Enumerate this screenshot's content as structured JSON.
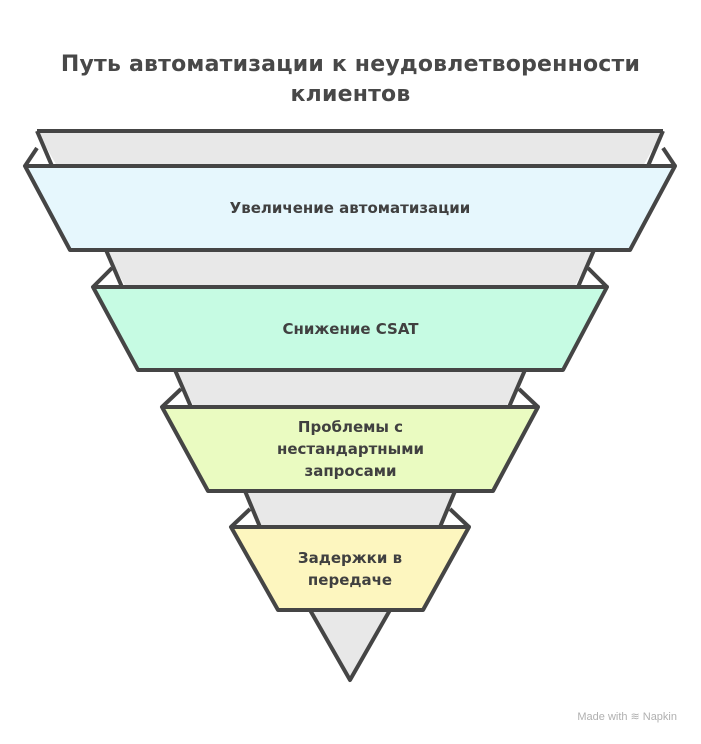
{
  "title": {
    "line1": "Путь автоматизации к неудовлетворенности",
    "line2": "клиентов"
  },
  "funnel": {
    "type": "inverted-funnel",
    "stages": [
      {
        "label": "Увеличение автоматизации",
        "color": "#e6f7fd"
      },
      {
        "label": "Снижение CSAT",
        "color": "#c6fbe3"
      },
      {
        "label_lines": [
          "Проблемы с",
          "нестандартными",
          "запросами"
        ],
        "color": "#eafbc1"
      },
      {
        "label_lines": [
          "Задержки в",
          "передаче"
        ],
        "color": "#fdf6bf"
      }
    ],
    "background_color": "#e8e8e8",
    "stroke_color": "#454545"
  },
  "footer": {
    "made_with": "Made with",
    "brand": "Napkin",
    "logo_icon": "napkin-logo-icon"
  }
}
